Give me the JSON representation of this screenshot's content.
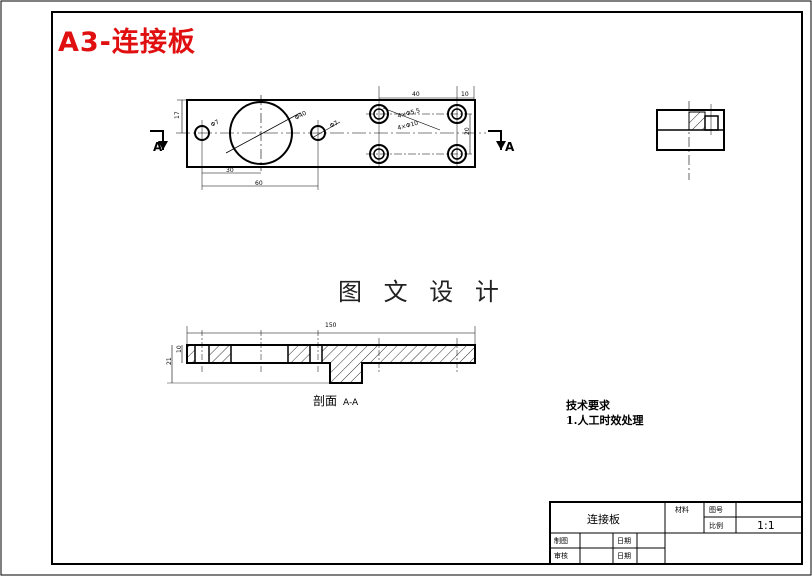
{
  "title": "A3-连接板",
  "watermark": "图 文 设 计",
  "section_view_label": "剖面",
  "section_id": "A-A",
  "tech_requirements": {
    "heading": "技术要求",
    "item1": "1.人工时效处理"
  },
  "section_marks": {
    "left": "A",
    "right": "A"
  },
  "dimensions": {
    "d40": "40",
    "d10": "10",
    "d17": "17",
    "d30": "30",
    "d60": "60",
    "d20": "20",
    "d150": "150",
    "d21": "21",
    "d10v": "10",
    "phi_large": "Φ40",
    "phi_small": "Φ7",
    "phi_small2": "Φ7",
    "holes1": "4×Φ5.5",
    "holes2": "4×Φ10"
  },
  "title_block": {
    "part_name": "连接板",
    "material_label": "材料",
    "drawing_no_label": "图号",
    "scale_label": "比例",
    "scale_value": "1:1",
    "drawn_label": "制图",
    "checked_label": "审核",
    "date_label_1": "日期",
    "date_label_2": "日期"
  },
  "colors": {
    "title": "#e01010",
    "line": "#000000",
    "hatch": "#000000"
  }
}
